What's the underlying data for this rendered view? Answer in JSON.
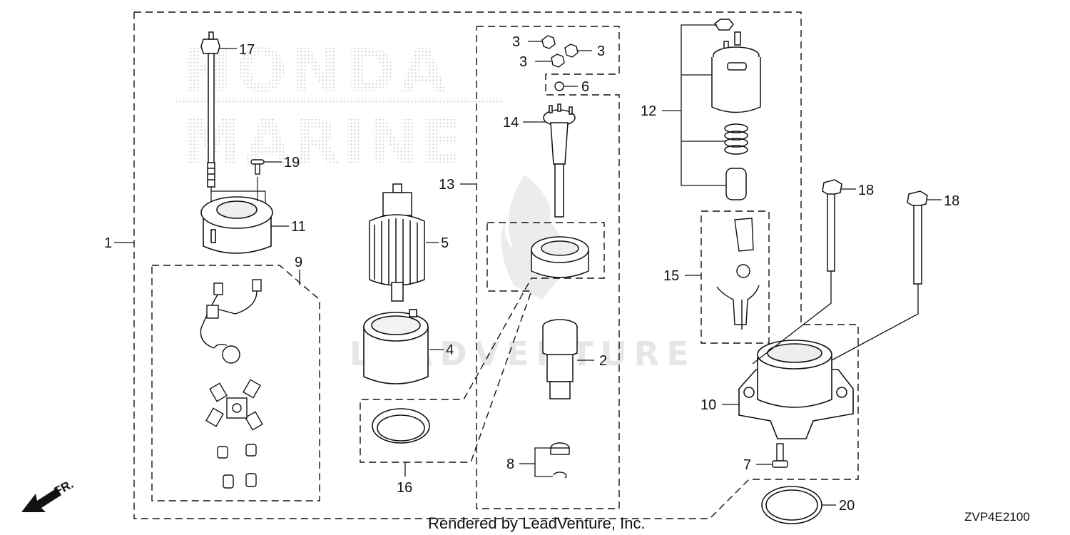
{
  "diagram": {
    "callouts": {
      "c1": "1",
      "c2": "2",
      "c3a": "3",
      "c3b": "3",
      "c3c": "3",
      "c4": "4",
      "c5": "5",
      "c6": "6",
      "c7": "7",
      "c8": "8",
      "c9": "9",
      "c10": "10",
      "c11": "11",
      "c12": "12",
      "c13": "13",
      "c14": "14",
      "c15": "15",
      "c16": "16",
      "c17": "17",
      "c18a": "18",
      "c18b": "18",
      "c19": "19",
      "c20": "20"
    },
    "direction_label": "FR.",
    "watermark_brand": "HONDA MARINE",
    "watermark_vendor": "LEADVENTURE",
    "footer_credit": "Rendered by LeadVenture, Inc.",
    "diagram_code": "ZVP4E2100"
  },
  "colors": {
    "line": "#111111",
    "watermark": "#d9d9d9",
    "part_fill": "#ffffff"
  }
}
